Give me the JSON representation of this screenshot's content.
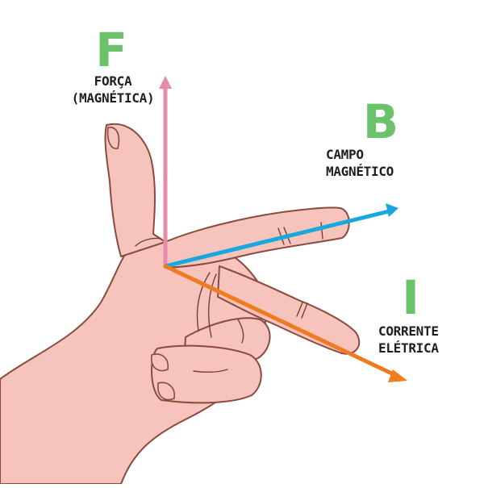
{
  "colors": {
    "skin": "#f6c4bc",
    "skin_outline": "#8a4a3c",
    "skin_crease": "#7a3f33",
    "letter_green": "#6cc26a",
    "force_arrow": "#e88ba8",
    "field_arrow": "#17a8e0",
    "current_arrow": "#f07a20"
  },
  "labels": {
    "force": {
      "letter": "F",
      "line1": "FORÇA",
      "line2": "(MAGNÉTICA)",
      "icon": "force-arrow"
    },
    "field": {
      "letter": "B",
      "line1": "CAMPO",
      "line2": "MAGNÉTICO",
      "icon": "field-arrow"
    },
    "current": {
      "letter": "I",
      "line1": "CORRENTE",
      "line2": "ELÉTRICA",
      "icon": "current-arrow"
    }
  }
}
